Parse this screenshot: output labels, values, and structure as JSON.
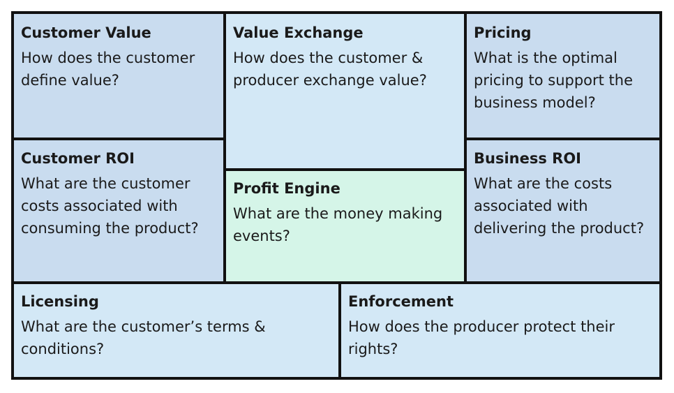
{
  "colors": {
    "blue_dark": "#c9dcef",
    "blue_light": "#d3e8f6",
    "green": "#d5f5e8",
    "border": "#111111",
    "text": "#1a1a1a"
  },
  "blocks": {
    "customer_value": {
      "title": "Customer Value",
      "question": "How does the customer define value?"
    },
    "value_exchange": {
      "title": "Value Exchange",
      "question": "How does the customer & producer exchange value?"
    },
    "pricing": {
      "title": "Pricing",
      "question": "What is the optimal pricing to support the business model?"
    },
    "customer_roi": {
      "title": "Customer ROI",
      "question": "What are the customer costs associated with consuming the product?"
    },
    "profit_engine": {
      "title": "Profit Engine",
      "question": "What are the money making events?"
    },
    "business_roi": {
      "title": "Business ROI",
      "question": "What are the costs associated with delivering the product?"
    },
    "licensing": {
      "title": "Licensing",
      "question": "What are the customer’s terms & conditions?"
    },
    "enforcement": {
      "title": "Enforcement",
      "question": "How does the producer protect their rights?"
    }
  }
}
